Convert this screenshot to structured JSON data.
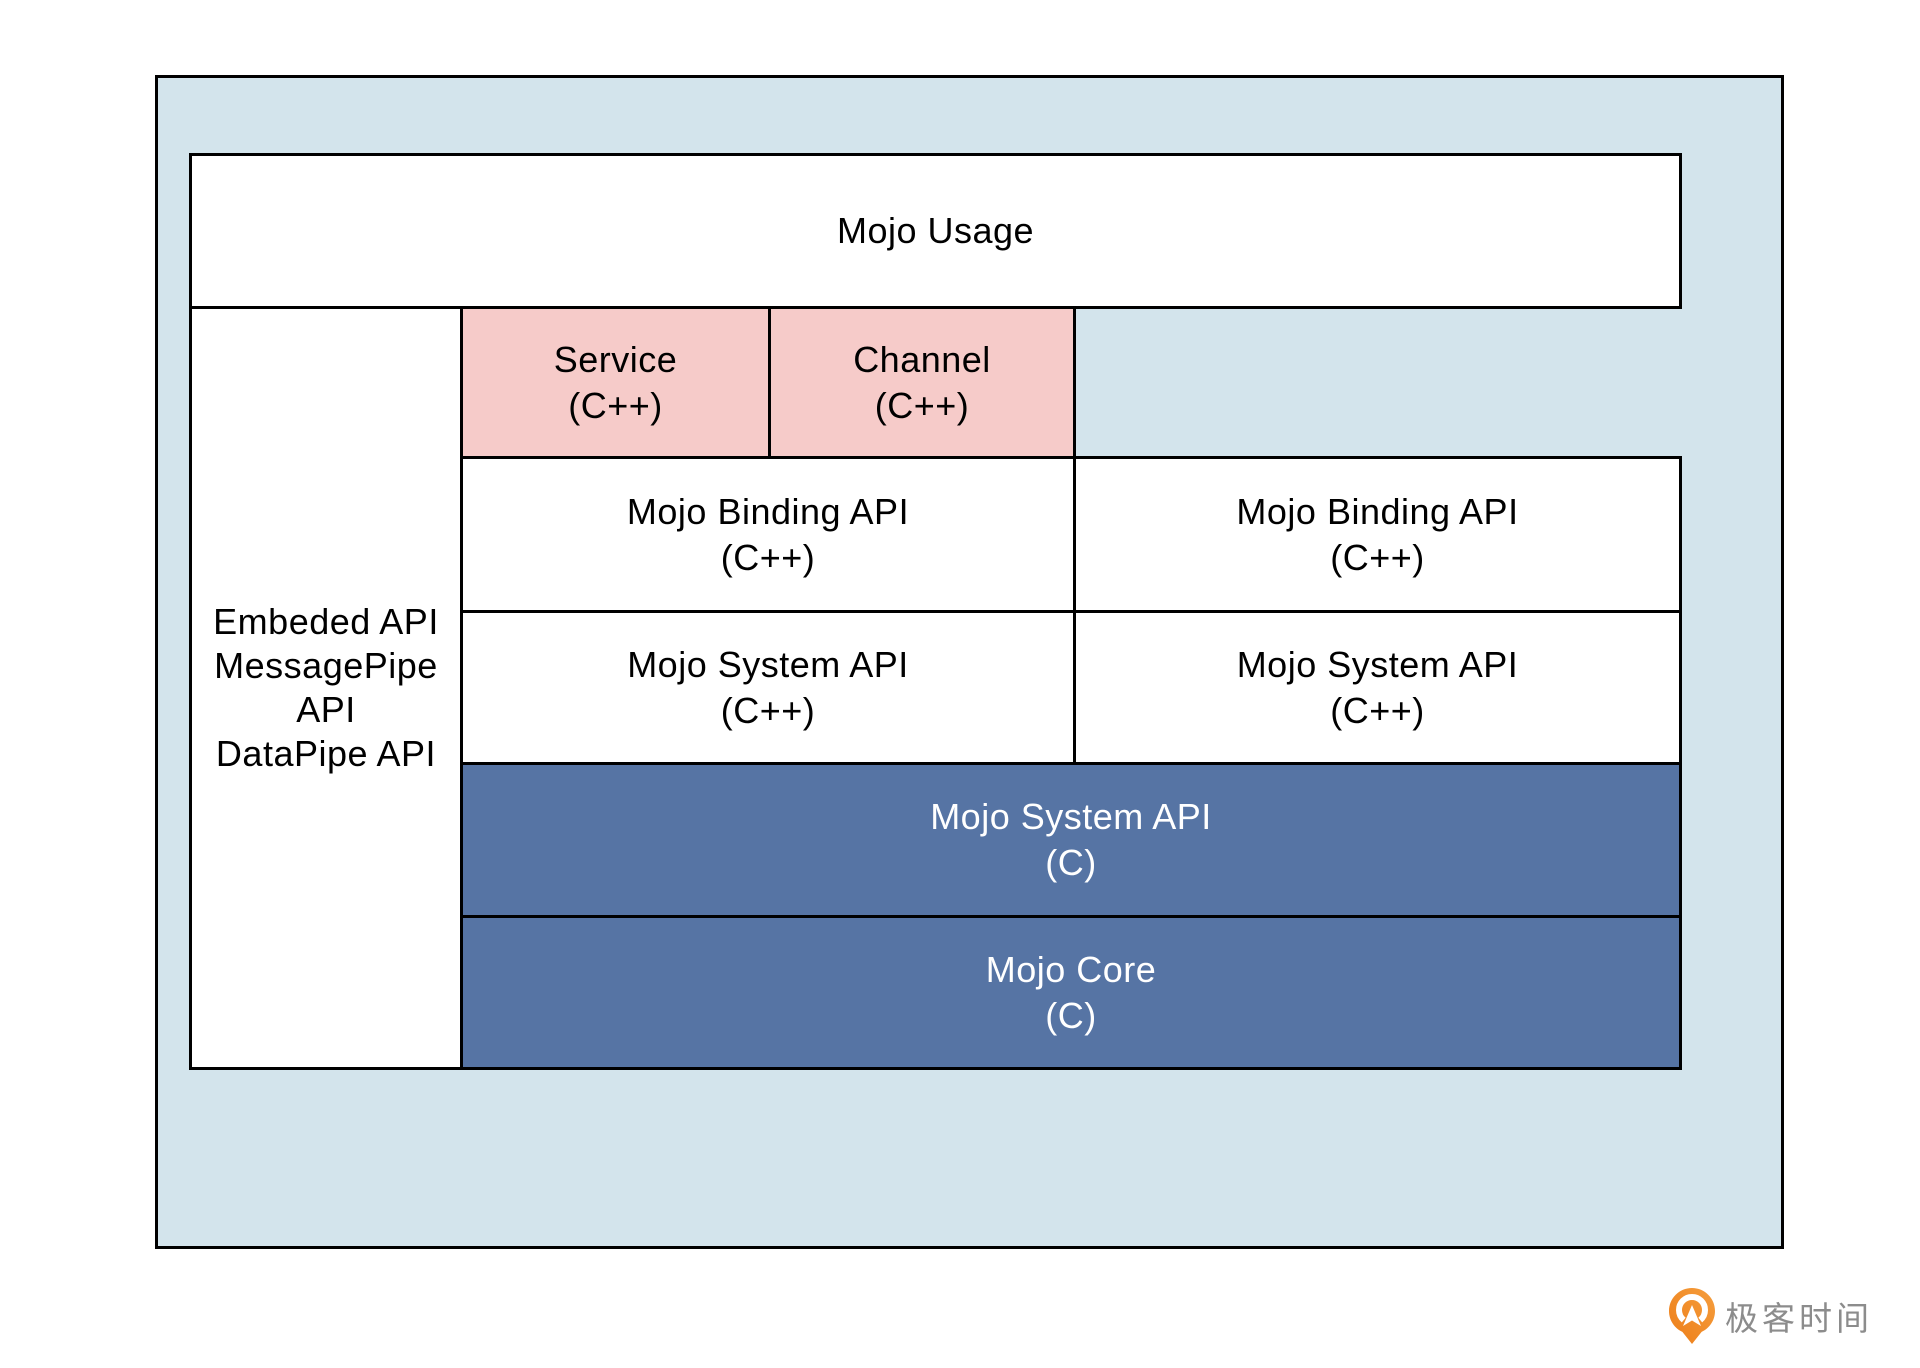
{
  "diagram": {
    "colors": {
      "container_background": "#d3e4ec",
      "box_white": "#ffffff",
      "box_pink": "#f6cbc9",
      "box_blue": "#5674a4",
      "border": "#000000",
      "text_dark": "#000000",
      "text_light": "#ffffff"
    },
    "boxes": {
      "usage": {
        "label": "Mojo Usage"
      },
      "left_column": {
        "lines": [
          "Embeded API",
          "MessagePipe",
          "API",
          "DataPipe API"
        ]
      },
      "service": {
        "line1": "Service",
        "line2": "(C++)"
      },
      "channel": {
        "line1": "Channel",
        "line2": "(C++)"
      },
      "binding_left": {
        "line1": "Mojo Binding API",
        "line2": "(C++)"
      },
      "binding_right": {
        "line1": "Mojo Binding API",
        "line2": "(C++)"
      },
      "system_left": {
        "line1": "Mojo System API",
        "line2": "(C++)"
      },
      "system_right": {
        "line1": "Mojo System API",
        "line2": "(C++)"
      },
      "system_c": {
        "line1": "Mojo System API",
        "line2": "(C)"
      },
      "core_c": {
        "line1": "Mojo Core",
        "line2": "(C)"
      }
    }
  },
  "footer": {
    "brand_text": "极客时间",
    "brand_text_color": "#8c8c8c",
    "brand_icon": "geektime-pin-icon",
    "brand_icon_color_start": "#ed7d17",
    "brand_icon_color_end": "#f59e3e"
  }
}
